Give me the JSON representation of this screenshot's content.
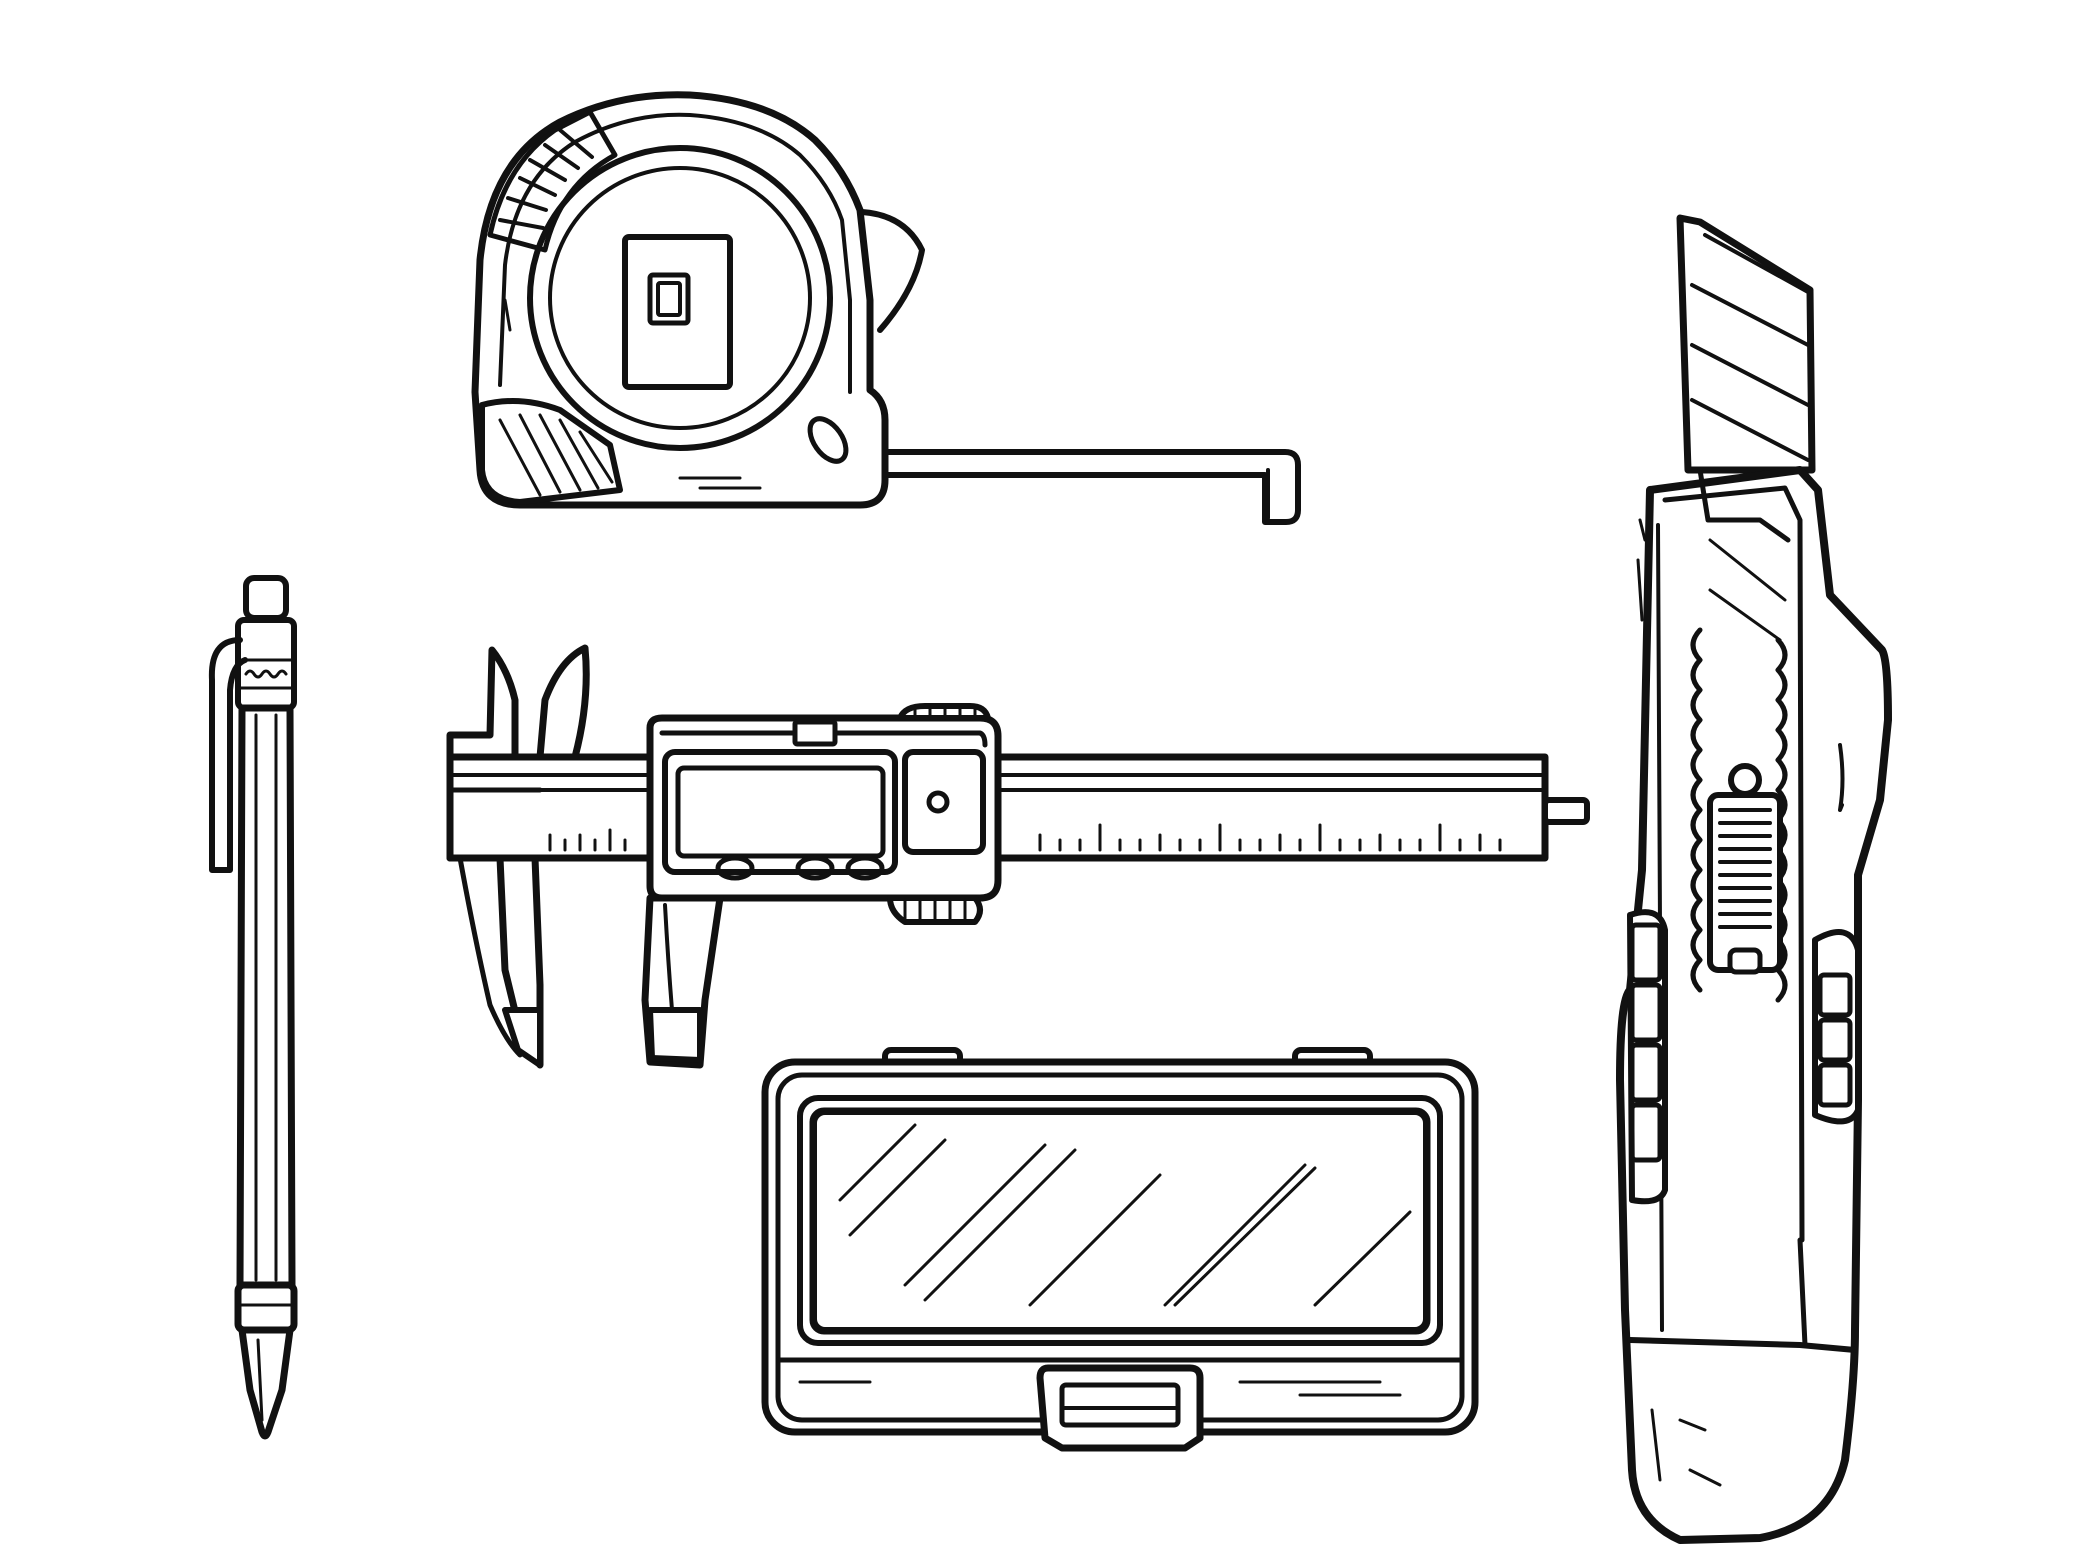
{
  "illustration": {
    "style": "black-and-white line drawing",
    "background_color": "#ffffff",
    "ink_color": "#111111",
    "objects": [
      {
        "id": "tape-measure",
        "icon": "tape-measure-icon"
      },
      {
        "id": "mechanical-pencil",
        "icon": "pencil-icon"
      },
      {
        "id": "digital-caliper",
        "icon": "caliper-icon"
      },
      {
        "id": "caliper-case",
        "icon": "case-icon"
      },
      {
        "id": "utility-knife",
        "icon": "utility-knife-icon"
      }
    ]
  }
}
